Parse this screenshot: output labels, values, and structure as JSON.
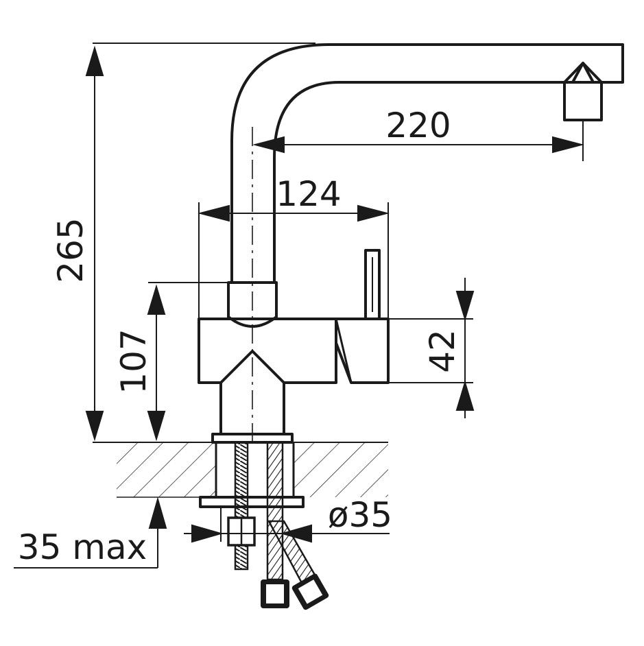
{
  "drawing": {
    "dimensions": {
      "total_height": "265",
      "spout_reach": "220",
      "base_to_handle_width": "124",
      "body_height": "107",
      "handle_body_height": "42",
      "countertop_thickness": "35 max",
      "hole_diameter": "ø35"
    },
    "colors": {
      "line": "#1a1a1a",
      "background": "#ffffff"
    }
  }
}
